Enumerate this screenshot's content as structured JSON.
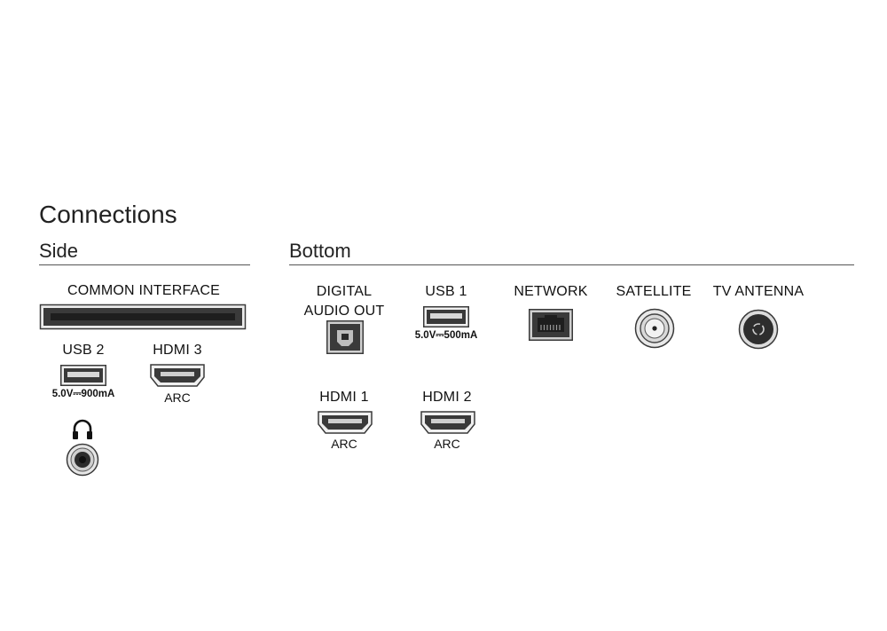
{
  "title": "Connections",
  "sections": {
    "side": "Side",
    "bottom": "Bottom"
  },
  "side": {
    "common_interface": "COMMON INTERFACE",
    "usb2": {
      "label": "USB 2",
      "spec": "5.0V⎓900mA"
    },
    "hdmi3": {
      "label": "HDMI 3",
      "sub": "ARC"
    },
    "headphone": {
      "icon": "headphones-icon"
    }
  },
  "bottom": {
    "digital_audio_out": {
      "line1": "DIGITAL",
      "line2": "AUDIO OUT"
    },
    "usb1": {
      "label": "USB 1",
      "spec": "5.0V⎓500mA"
    },
    "network": {
      "label": "NETWORK"
    },
    "satellite": {
      "label": "SATELLITE"
    },
    "tv_antenna": {
      "label": "TV ANTENNA"
    },
    "hdmi1": {
      "label": "HDMI 1",
      "sub": "ARC"
    },
    "hdmi2": {
      "label": "HDMI 2",
      "sub": "ARC"
    }
  },
  "colors": {
    "port_dark": "#3a3a3a",
    "port_light": "#e8e8e8",
    "rule": "#555555"
  }
}
